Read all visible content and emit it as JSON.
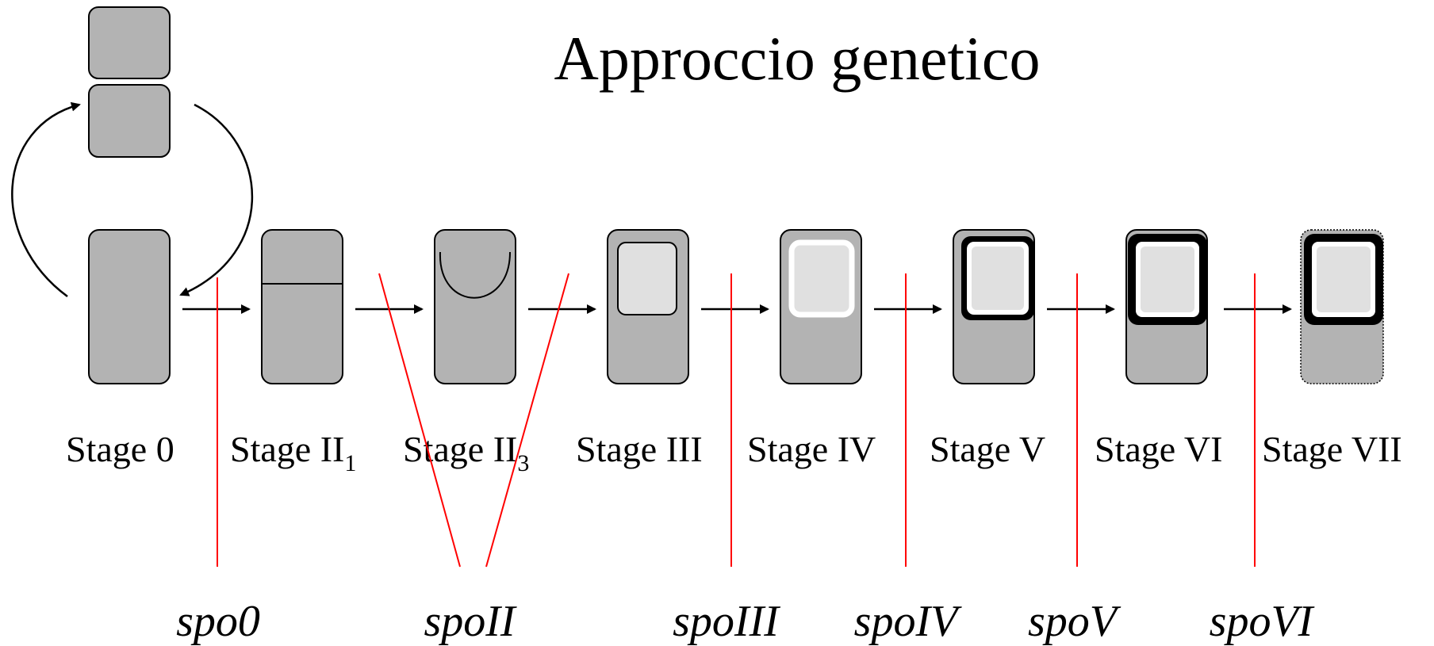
{
  "title": "Approccio genetico",
  "stages": [
    {
      "label": "Stage 0",
      "sub": ""
    },
    {
      "label": "Stage II",
      "sub": "1"
    },
    {
      "label": "Stage II",
      "sub": "3"
    },
    {
      "label": "Stage III",
      "sub": ""
    },
    {
      "label": "Stage IV",
      "sub": ""
    },
    {
      "label": "Stage V",
      "sub": ""
    },
    {
      "label": "Stage VI",
      "sub": ""
    },
    {
      "label": "Stage VII",
      "sub": ""
    }
  ],
  "mutants": [
    "spo0",
    "spoII",
    "spoIII",
    "spoIV",
    "spoV",
    "spoVI"
  ],
  "colors": {
    "cell_fill": "#b3b3b3",
    "forespore_fill": "#e0e0e0",
    "cortex_ring": "#ffffff",
    "coat": "#000000",
    "block_line": "#ff0000"
  }
}
